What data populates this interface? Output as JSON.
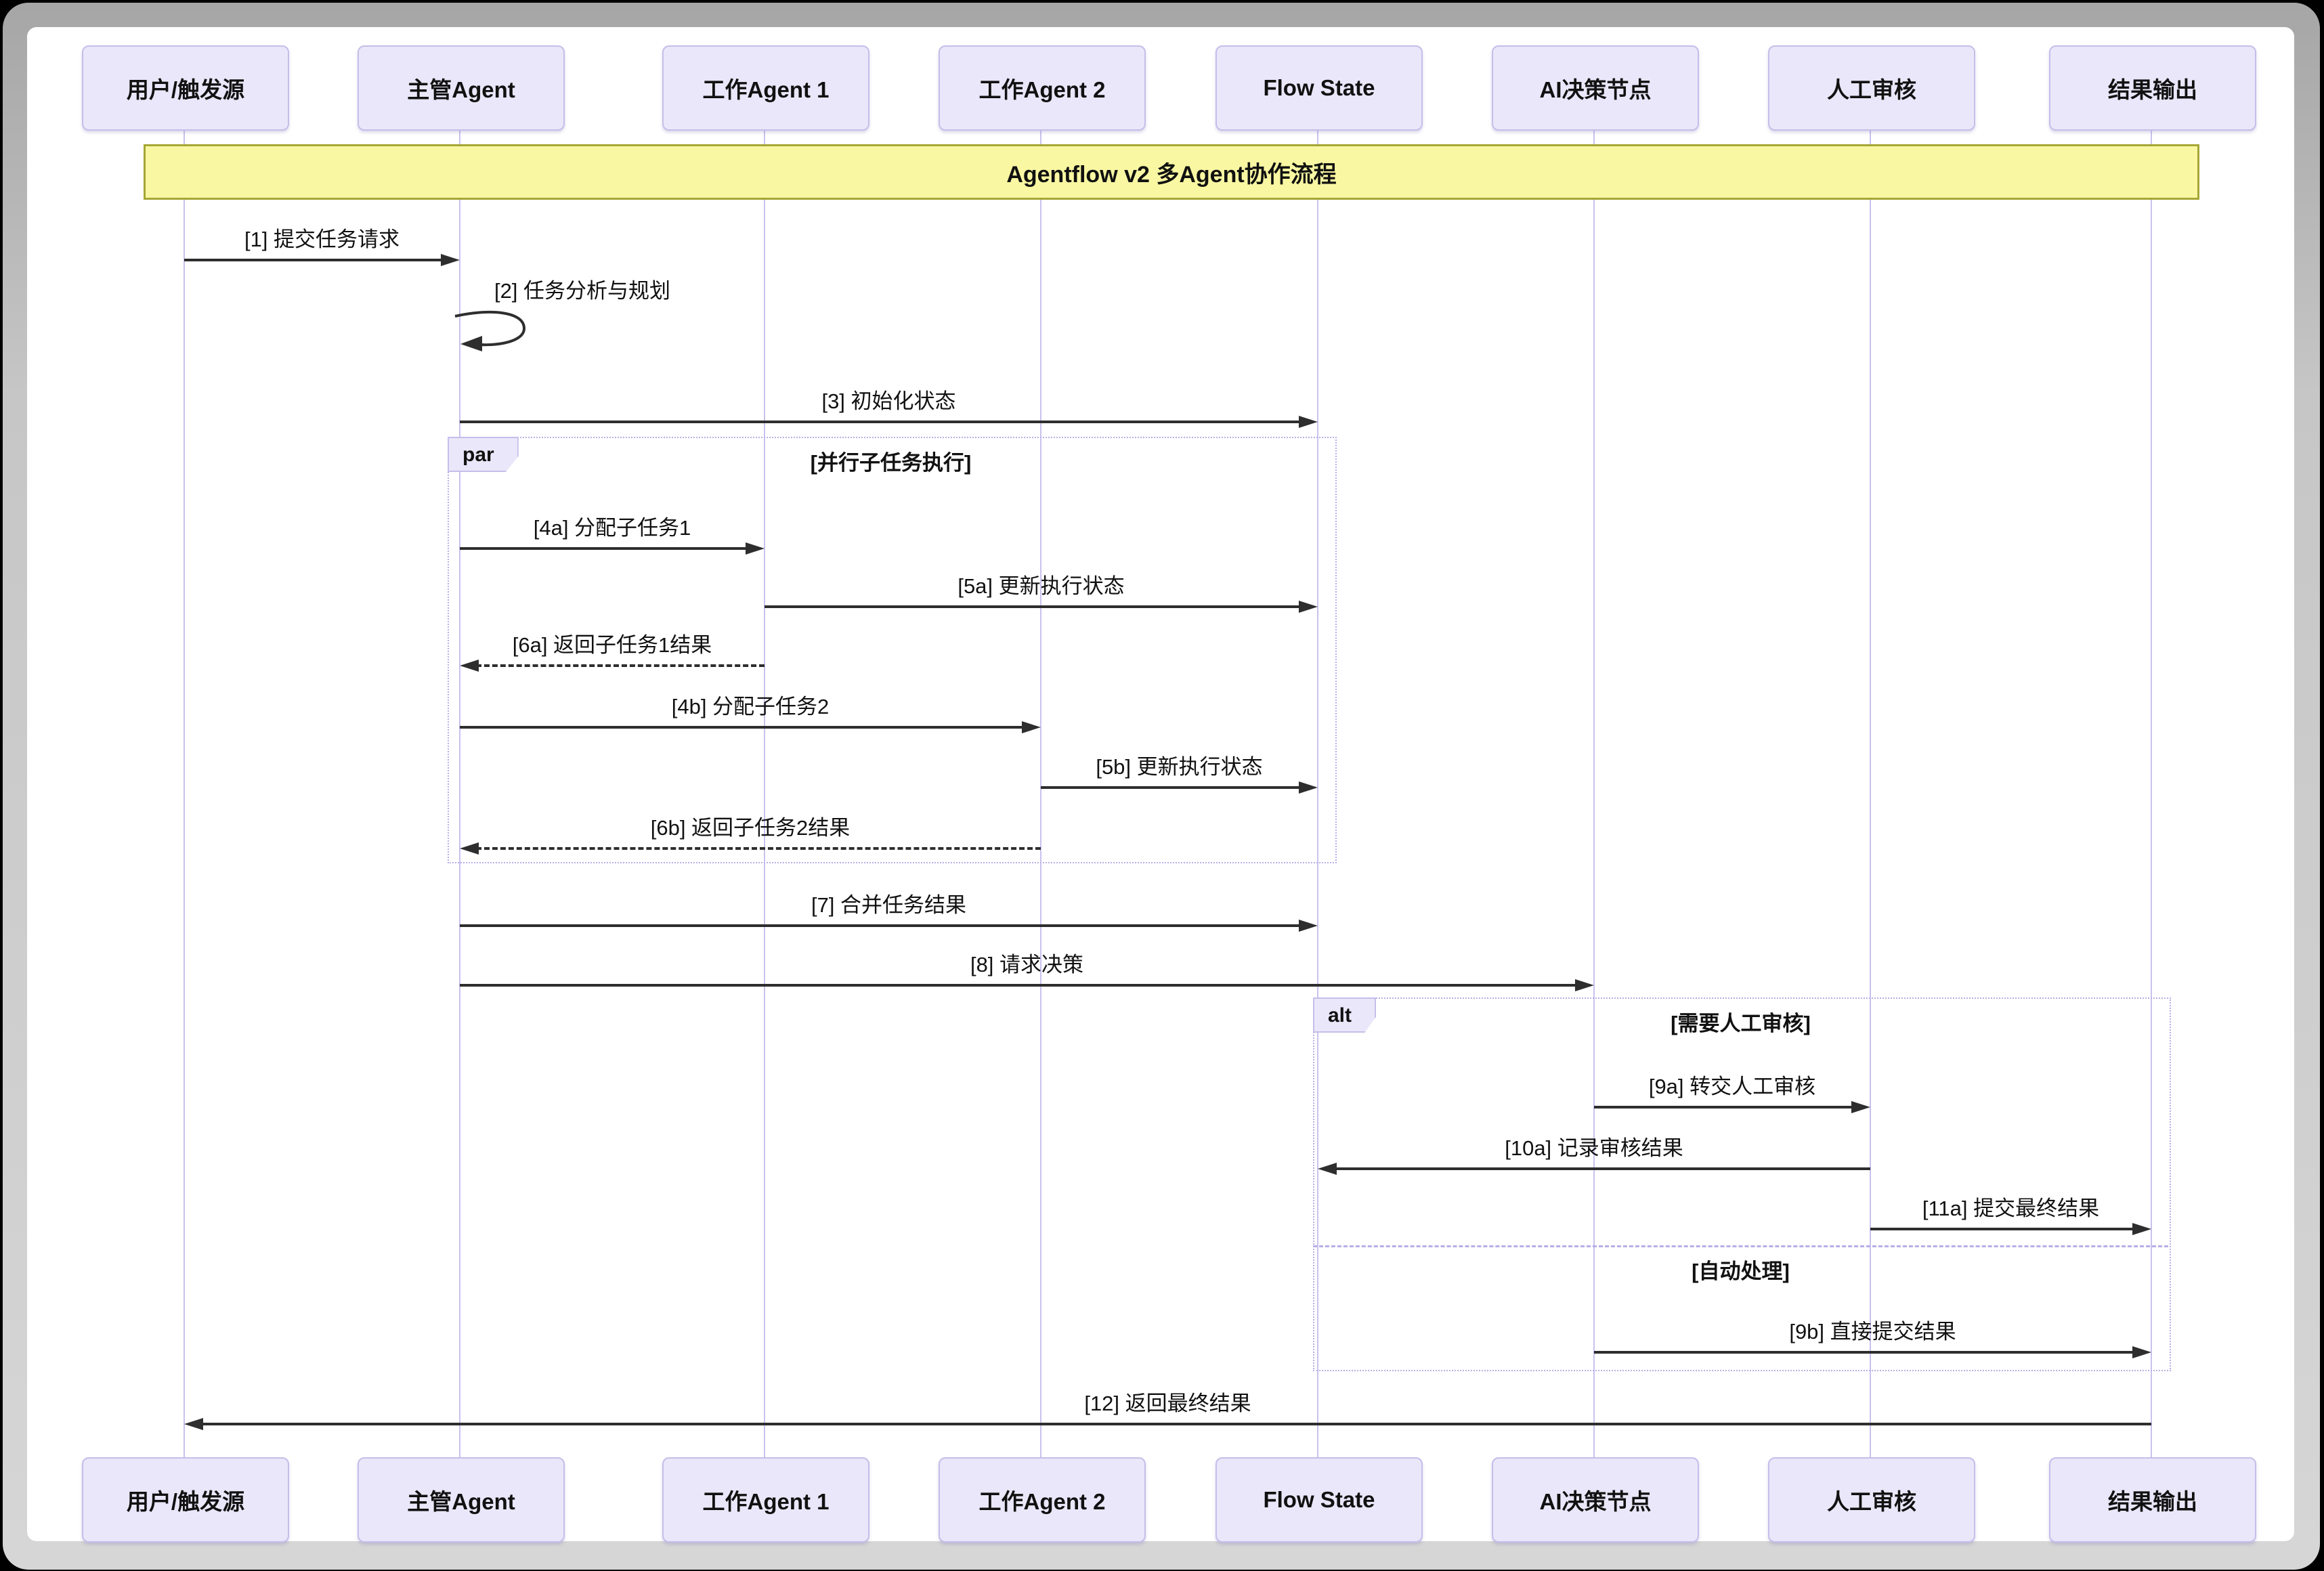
{
  "diagram": {
    "title": "Agentflow v2 多Agent协作流程",
    "actors": [
      "用户/触发源",
      "主管Agent",
      "工作Agent 1",
      "工作Agent 2",
      "Flow State",
      "AI决策节点",
      "人工审核",
      "结果输出"
    ],
    "messages": {
      "m1": {
        "label": "[1] 提交任务请求",
        "from": "用户/触发源",
        "to": "主管Agent",
        "style": "solid",
        "direction": "right"
      },
      "m2": {
        "label": "[2] 任务分析与规划",
        "from": "主管Agent",
        "to": "主管Agent",
        "style": "solid",
        "direction": "self"
      },
      "m3": {
        "label": "[3] 初始化状态",
        "from": "主管Agent",
        "to": "Flow State",
        "style": "solid",
        "direction": "right"
      },
      "m4a": {
        "label": "[4a] 分配子任务1",
        "from": "主管Agent",
        "to": "工作Agent 1",
        "style": "solid",
        "direction": "right"
      },
      "m5a": {
        "label": "[5a] 更新执行状态",
        "from": "工作Agent 1",
        "to": "Flow State",
        "style": "solid",
        "direction": "right"
      },
      "m6a": {
        "label": "[6a] 返回子任务1结果",
        "from": "工作Agent 1",
        "to": "主管Agent",
        "style": "dashed",
        "direction": "left"
      },
      "m4b": {
        "label": "[4b] 分配子任务2",
        "from": "主管Agent",
        "to": "工作Agent 2",
        "style": "solid",
        "direction": "right"
      },
      "m5b": {
        "label": "[5b] 更新执行状态",
        "from": "工作Agent 2",
        "to": "Flow State",
        "style": "solid",
        "direction": "right"
      },
      "m6b": {
        "label": "[6b] 返回子任务2结果",
        "from": "工作Agent 2",
        "to": "主管Agent",
        "style": "dashed",
        "direction": "left"
      },
      "m7": {
        "label": "[7] 合并任务结果",
        "from": "主管Agent",
        "to": "Flow State",
        "style": "solid",
        "direction": "right"
      },
      "m8": {
        "label": "[8] 请求决策",
        "from": "主管Agent",
        "to": "AI决策节点",
        "style": "solid",
        "direction": "right"
      },
      "m9a": {
        "label": "[9a] 转交人工审核",
        "from": "AI决策节点",
        "to": "人工审核",
        "style": "solid",
        "direction": "right"
      },
      "m10a": {
        "label": "[10a] 记录审核结果",
        "from": "人工审核",
        "to": "Flow State",
        "style": "solid",
        "direction": "left"
      },
      "m11a": {
        "label": "[11a] 提交最终结果",
        "from": "人工审核",
        "to": "结果输出",
        "style": "solid",
        "direction": "right"
      },
      "m9b": {
        "label": "[9b] 直接提交结果",
        "from": "AI决策节点",
        "to": "结果输出",
        "style": "solid",
        "direction": "right"
      },
      "m12": {
        "label": "[12] 返回最终结果",
        "from": "结果输出",
        "to": "用户/触发源",
        "style": "solid",
        "direction": "left"
      }
    },
    "fragments": {
      "par": {
        "label": "par",
        "condition": "[并行子任务执行]"
      },
      "alt": {
        "label": "alt",
        "condition": "[需要人工审核]",
        "else_condition": "[自动处理]"
      }
    },
    "colors": {
      "actor_fill": "#e9e7f9",
      "actor_border": "#c6beea",
      "lifeline": "#c9c2ee",
      "banner_fill": "#f9f7a2",
      "banner_border": "#a6a636",
      "fragment_border": "#b9aee8",
      "arrow": "#2e2e2e",
      "text": "#111111"
    }
  }
}
